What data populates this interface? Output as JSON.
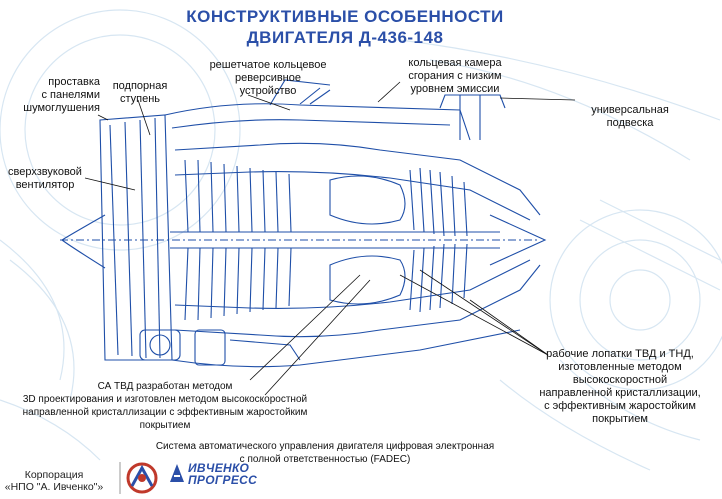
{
  "title": {
    "line1": "КОНСТРУКТИВНЫЕ ОСОБЕННОСТИ",
    "line2": "ДВИГАТЕЛЯ Д-436-148"
  },
  "labels": {
    "spacer": [
      "проставка",
      "с панелями",
      "шумоглушения"
    ],
    "booster": [
      "подпорная",
      "ступень"
    ],
    "reverser": [
      "решетчатое кольцевое",
      "реверсивное",
      "устройство"
    ],
    "combustor": [
      "кольцевая камера",
      "сгорания с низким",
      "уровнем эмиссии"
    ],
    "mount": [
      "универсальная",
      "подвеска"
    ],
    "fan": [
      "сверхзвуковой",
      "вентилятор"
    ],
    "blades": [
      "рабочие лопатки ТВД и ТНД,",
      "изготовленные методом",
      "высокоскоростной",
      "направленной кристаллизации,",
      "с эффективным жаростойким",
      "покрытием"
    ],
    "nozzle_vane": [
      "СА ТВД разработан методом",
      "3D проектирования и изготовлен методом высокоскоростной",
      "направленной кристаллизации с  эффективным жаростойким",
      "покрытием"
    ],
    "fadec": [
      "Система автоматического управления двигателя цифровая электронная",
      "с полной ответственностью (FADEC)"
    ]
  },
  "footer": {
    "corp": [
      "Корпорация",
      "«НПО \"А. Ивченко\"»"
    ],
    "brand": [
      "ИВЧЕНКО",
      "ПРОГРЕСС"
    ]
  },
  "colors": {
    "title": "#2b4fa8",
    "drawing": "#1f4fa8",
    "watermark": "#d7e6f2"
  }
}
